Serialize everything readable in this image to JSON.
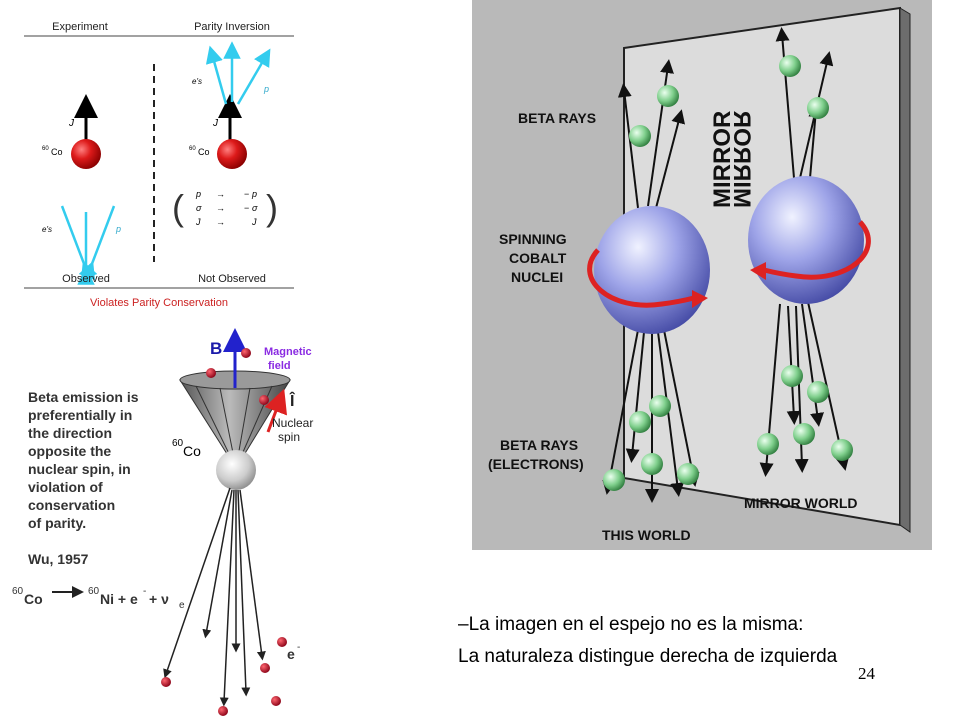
{
  "panel_parity": {
    "header_left": "Experiment",
    "header_right": "Parity Inversion",
    "vec_j": "J",
    "vec_p": "p",
    "vec_s": "σ",
    "electrons": "e's",
    "nucleus": "Co",
    "nucleus_mass": "60",
    "arrow": "→",
    "minus": "−",
    "footer_left": "Observed",
    "footer_right": "Not Observed",
    "violation": "Violates Parity Conservation",
    "colors": {
      "nucleus": "#cc1111",
      "electron_arrow": "#33ccee",
      "violation_text": "#cc2222"
    }
  },
  "panel_wu": {
    "b_label": "B",
    "magnetic_label": "Magnetic field",
    "spin_symbol": "Î",
    "spin_label": "Nuclear spin",
    "nucleus": "Co",
    "nucleus_mass": "60",
    "description": [
      "Beta emission is",
      "preferentially in",
      "the direction",
      "opposite the",
      "nuclear spin, in",
      "violation of",
      "conservation",
      "of parity."
    ],
    "citation": "Wu, 1957",
    "reaction_left": "Co",
    "reaction_ni": "Ni + e",
    "reaction_nu": "+ ν",
    "reaction_nu_sub": "e",
    "reaction_mass": "60",
    "electron_label": "e",
    "colors": {
      "b_label": "#1a1aaa",
      "magnetic_label": "#8a2be2",
      "electron": "#aa0022"
    }
  },
  "panel_mirror": {
    "beta_rays_top": "BETA RAYS",
    "spinning": [
      "SPINNING",
      "COBALT",
      "NUCLEI"
    ],
    "beta_rays_bottom": [
      "BETA RAYS",
      "(ELECTRONS)"
    ],
    "this_world": "THIS WORLD",
    "mirror_world": "MIRROR WORLD",
    "mirror_text": "MIRROR",
    "colors": {
      "background": "#b9b9b9",
      "mirror": "#dcdcdc",
      "sphere": "#8a90dd",
      "particle": "#7fcf8c",
      "rotation_arrow": "#dd2222"
    }
  },
  "captions": {
    "line1": "–La imagen en el espejo no es la misma:",
    "line2": "La naturaleza distingue derecha de izquierda"
  },
  "slide_number": "24"
}
